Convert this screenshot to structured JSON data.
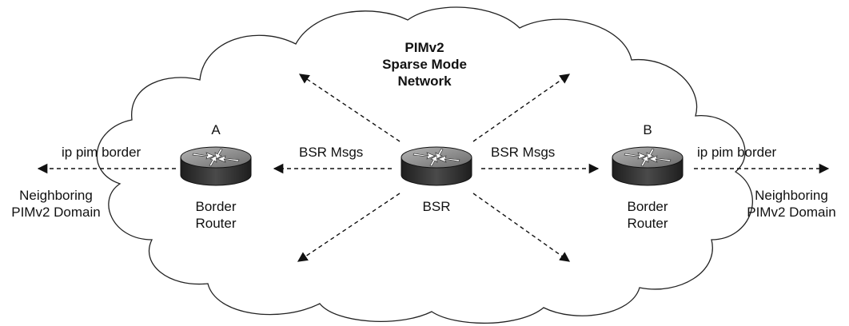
{
  "title": {
    "line1": "PIMv2",
    "line2": "Sparse Mode",
    "line3": "Network"
  },
  "routers": {
    "a": {
      "letter": "A",
      "label_line1": "Border",
      "label_line2": "Router"
    },
    "bsr": {
      "label": "BSR"
    },
    "b": {
      "letter": "B",
      "label_line1": "Border",
      "label_line2": "Router"
    }
  },
  "links": {
    "bsr_msgs_left": "BSR Msgs",
    "bsr_msgs_right": "BSR Msgs",
    "border_left": "ip pim border",
    "border_right": "ip pim border"
  },
  "neighbors": {
    "left_line1": "Neighboring",
    "left_line2": "PIMv2 Domain",
    "right_line1": "Neighboring",
    "right_line2": "PIMv2 Domain"
  },
  "colors": {
    "ink": "#111111",
    "router_body": "#3a3a3a",
    "router_top": "#8a8a8a"
  }
}
